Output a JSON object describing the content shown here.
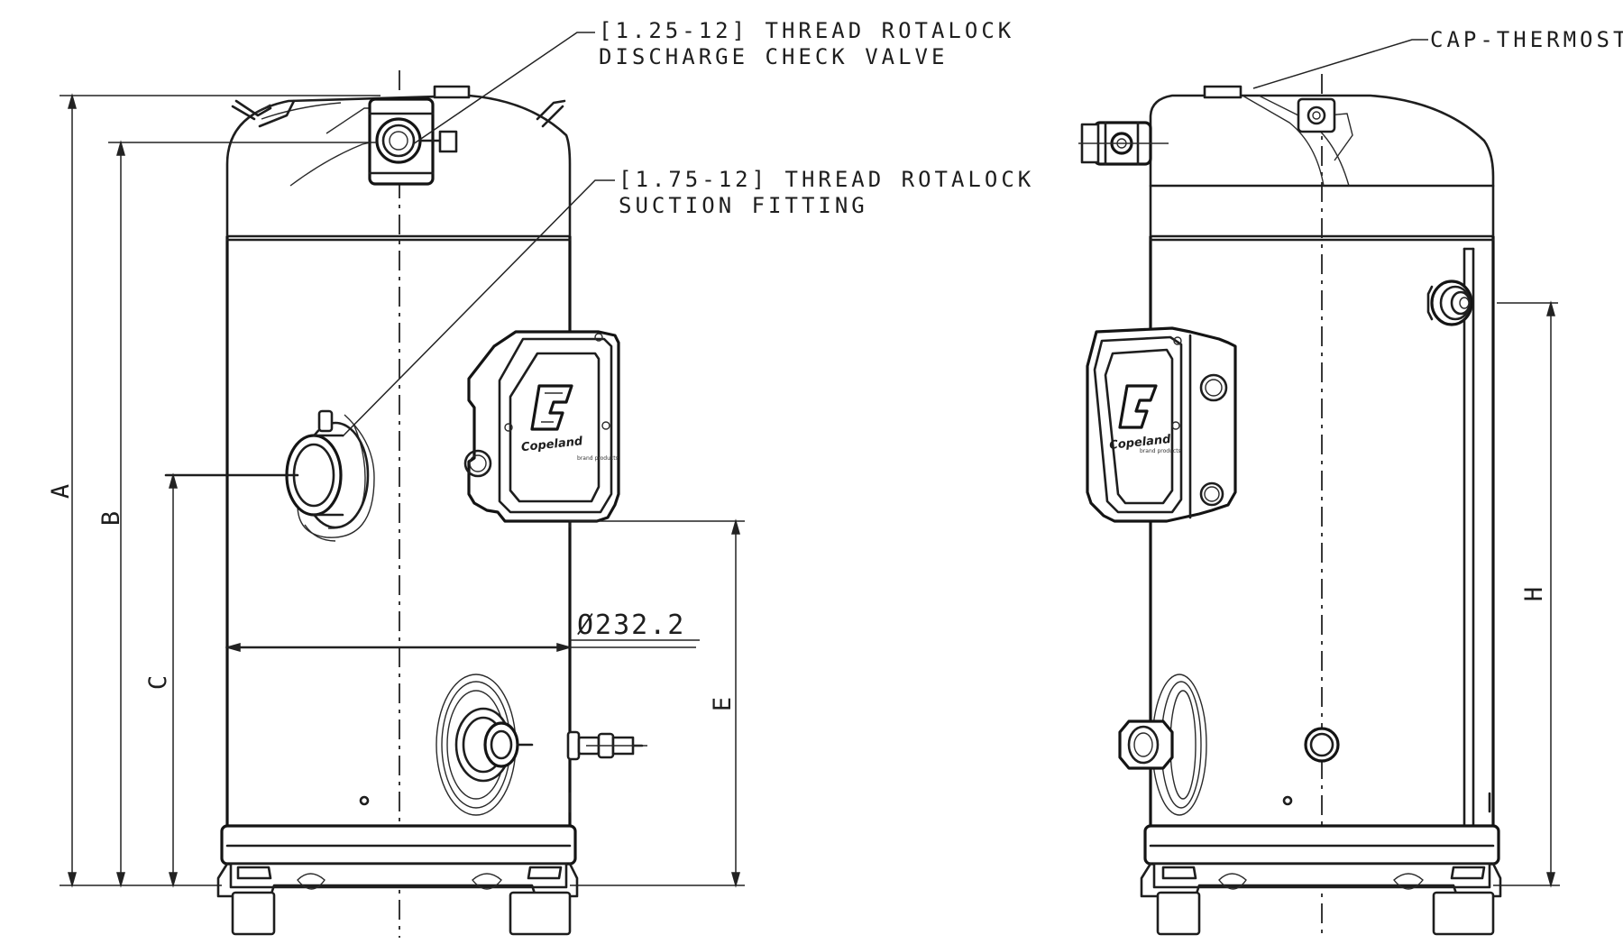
{
  "callouts": {
    "discharge": {
      "line1": "[1.25-12] THREAD ROTALOCK",
      "line2": "DISCHARGE CHECK VALVE"
    },
    "suction": {
      "line1": "[1.75-12] THREAD ROTALOCK",
      "line2": "SUCTION FITTING"
    },
    "thermostat": "CAP-THERMOSTAT"
  },
  "dimensions": {
    "diameter": "Ø232.2",
    "a": "A",
    "b": "B",
    "c": "C",
    "e": "E",
    "h": "H"
  },
  "brand": {
    "logo_text": "Copeland"
  }
}
